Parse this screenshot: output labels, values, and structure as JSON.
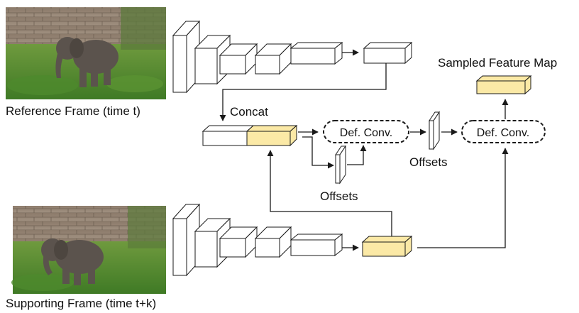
{
  "labels": {
    "reference_frame": "Reference Frame (time t)",
    "supporting_frame": "Supporting Frame (time t+k)",
    "concat": "Concat",
    "def_conv_1": "Def. Conv.",
    "def_conv_2": "Def. Conv.",
    "offsets_1": "Offsets",
    "offsets_2": "Offsets",
    "sampled_feature_map": "Sampled Feature Map"
  },
  "colors": {
    "feature_map_fill": "#fbe9a6",
    "block_fill": "#ffffff",
    "stroke": "#1a1a1a"
  }
}
